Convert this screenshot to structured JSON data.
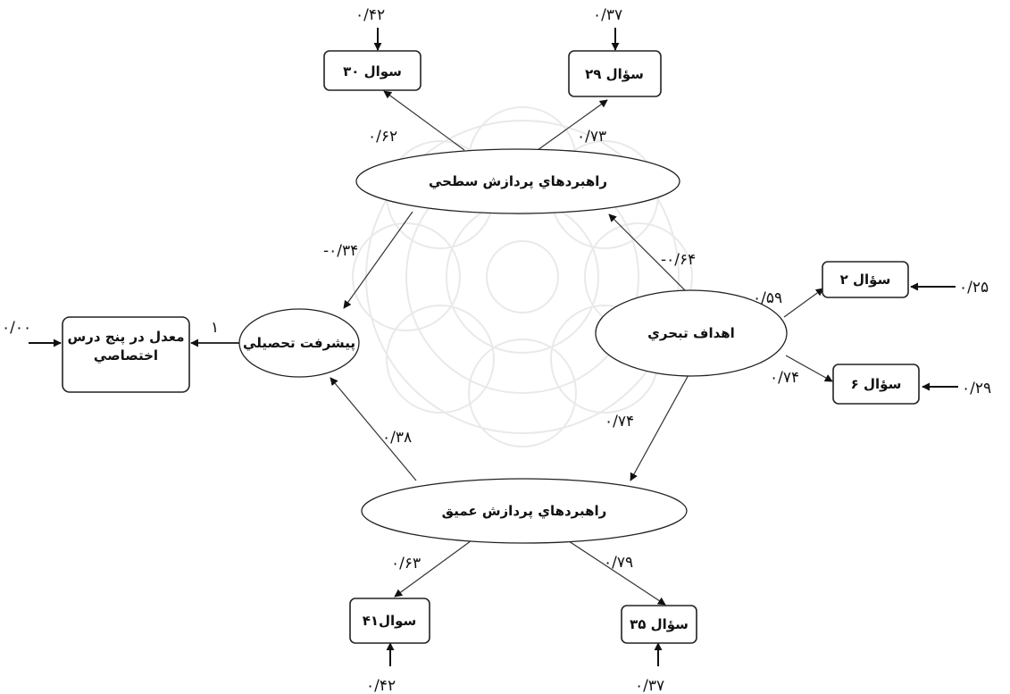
{
  "nodes": {
    "surface": "راهبردهاي پردازش سطحي",
    "deep": "راهبردهاي پردازش عميق",
    "achievement": "پيشرفت تحصيلي",
    "mastery": "اهداف تبحري",
    "q30": "سوال ۳۰",
    "q29": "سؤال ۲۹",
    "q2": "سؤال ۲",
    "q6": "سؤال ۶",
    "q41": "سوال۴۱",
    "q35": "سؤال ۳۵",
    "gpa_line1": "معدل در پنج درس",
    "gpa_line2": "اختصاصي"
  },
  "coefficients": {
    "surface_q30": "۰/۶۲",
    "surface_q29": "۰/۷۳",
    "surface_achievement": "-۰/۳۴",
    "mastery_surface": "-۰/۶۴",
    "mastery_q2": "۰/۵۹",
    "mastery_q6": "۰/۷۴",
    "mastery_deep": "۰/۷۴",
    "deep_achievement": "۰/۳۸",
    "deep_q41": "۰/۶۳",
    "deep_q35": "۰/۷۹",
    "achievement_gpa": "۱"
  },
  "errors": {
    "q30": "۰/۴۲",
    "q29": "۰/۳۷",
    "q2": "۰/۲۵",
    "q6": "۰/۲۹",
    "q41": "۰/۴۲",
    "q35": "۰/۳۷",
    "gpa": "۰/۰۰"
  }
}
